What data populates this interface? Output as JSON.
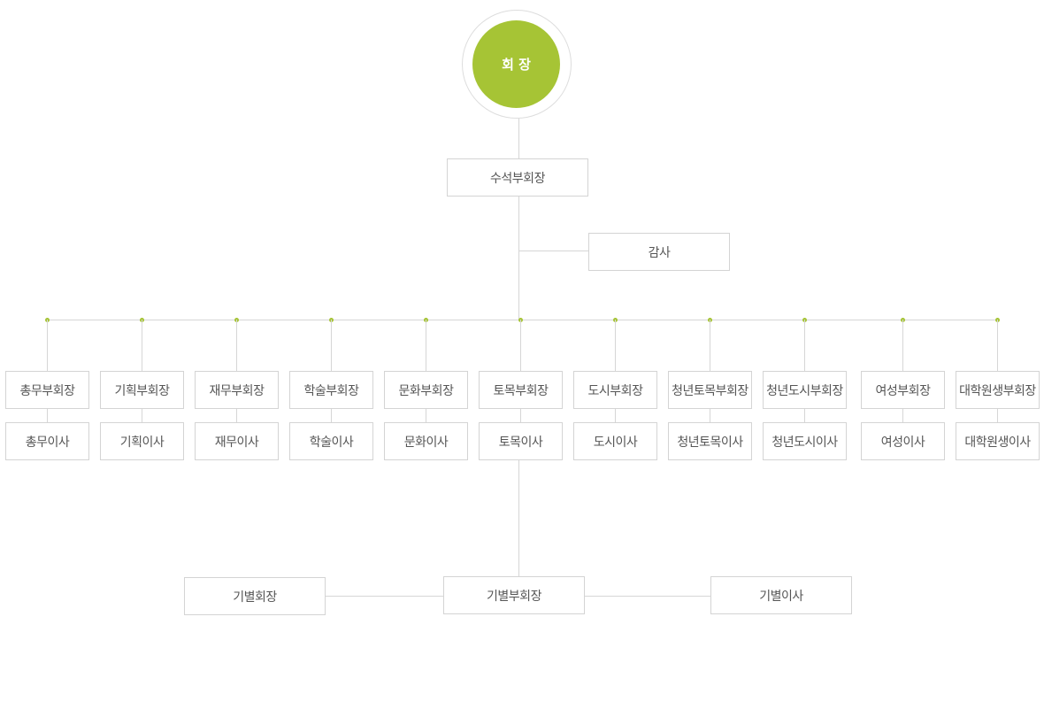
{
  "chairman": {
    "label": "회 장",
    "color": "#a6c435"
  },
  "senior_vice_chairman": {
    "label": "수석부회장"
  },
  "auditor": {
    "label": "감사"
  },
  "divisions": [
    {
      "vice": "총무부회장",
      "director": "총무이사"
    },
    {
      "vice": "기획부회장",
      "director": "기획이사"
    },
    {
      "vice": "재무부회장",
      "director": "재무이사"
    },
    {
      "vice": "학술부회장",
      "director": "학술이사"
    },
    {
      "vice": "문화부회장",
      "director": "문화이사"
    },
    {
      "vice": "토목부회장",
      "director": "토목이사"
    },
    {
      "vice": "도시부회장",
      "director": "도시이사"
    },
    {
      "vice": "청년토목부회장",
      "director": "청년토목이사"
    },
    {
      "vice": "청년도시부회장",
      "director": "청년도시이사"
    },
    {
      "vice": "여성부회장",
      "director": "여성이사"
    },
    {
      "vice": "대학원생부회장",
      "director": "대학원생이사"
    }
  ],
  "class_units": {
    "chair": "기별회장",
    "vice": "기별부회장",
    "director": "기별이사"
  }
}
